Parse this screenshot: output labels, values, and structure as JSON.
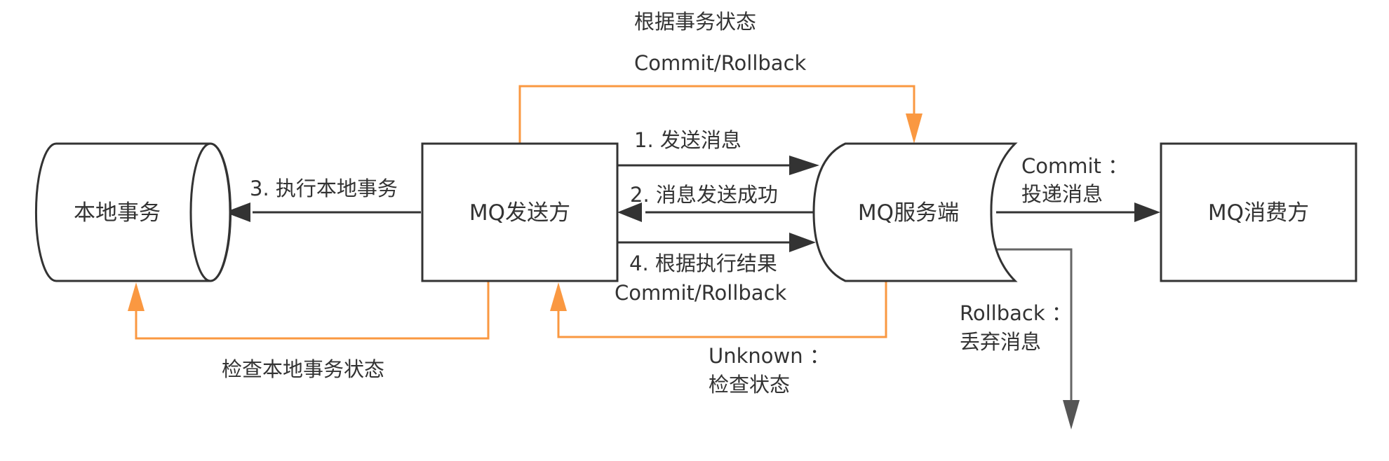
{
  "colors": {
    "stroke": "#333333",
    "accent_orange": "#fa9841",
    "rollback_gray": "#666666"
  },
  "nodes": {
    "local_tx": {
      "label": "本地事务",
      "shape": "cylinder"
    },
    "producer": {
      "label": "MQ发送方",
      "shape": "rectangle"
    },
    "broker": {
      "label": "MQ服务端",
      "shape": "cylinder"
    },
    "consumer": {
      "label": "MQ消费方",
      "shape": "rectangle"
    }
  },
  "edges": {
    "step1": {
      "label": "1. 发送消息",
      "from": "producer",
      "to": "broker"
    },
    "step2": {
      "label": "2. 消息发送成功",
      "from": "broker",
      "to": "producer"
    },
    "step3": {
      "label": "3. 执行本地事务",
      "from": "producer",
      "to": "local_tx"
    },
    "step4": {
      "line1": "4. 根据执行结果",
      "line2": "Commit/Rollback",
      "from": "producer",
      "to": "broker"
    },
    "commit": {
      "line1": "Commit ：",
      "line2": "投递消息",
      "from": "broker",
      "to": "consumer"
    },
    "rollback": {
      "line1": "Rollback ：",
      "line2": "丢弃消息",
      "from": "broker",
      "to": "discard"
    },
    "recheck": {
      "line1": "根据事务状态",
      "line2": "Commit/Rollback",
      "from": "producer",
      "to": "broker"
    },
    "unknown": {
      "line1": "Unknown ：",
      "line2": "检查状态",
      "from": "broker",
      "to": "producer"
    },
    "check_local": {
      "label": "检查本地事务状态",
      "from": "producer",
      "to": "local_tx"
    }
  }
}
